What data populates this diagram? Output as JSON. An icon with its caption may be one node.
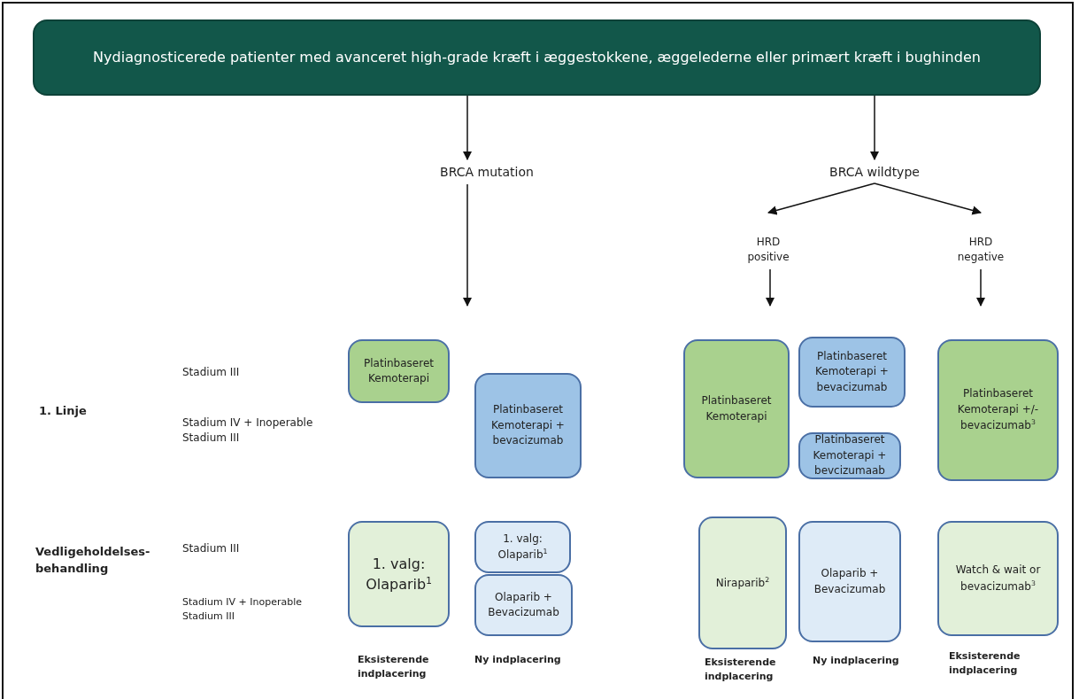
{
  "diagram": {
    "nodes": [
      {
        "text": [
          "Nydiagnosticerede patienter med avanceret high-grade kræft i æggestokkene, æggelederne eller primært kræft i bughinden"
        ]
      },
      {
        "text": [
          "BRCA mutation"
        ]
      },
      {
        "text": [
          "BRCA wildtype"
        ]
      },
      {
        "text": [
          "HRD positive"
        ]
      },
      {
        "text": [
          "HRD negative"
        ]
      },
      {
        "text": [
          "Platinbaseret Kemoterapi"
        ]
      },
      {
        "text": [
          "Platinbaseret Kemoterapi + bevacizumab"
        ]
      },
      {
        "text": [
          "Platinbaseret Kemoterapi"
        ]
      },
      {
        "text": [
          "Platinbaseret Kemoterapi + bevacizumab"
        ]
      },
      {
        "text": [
          "Platinbaseret Kemoterapi + bevcizumaab"
        ]
      },
      {
        "text": [
          "Platinbaseret Kemoterapi +/- bevacizumab$^{3}$"
        ]
      },
      {
        "text": [
          "1. valg: Olaparib$^{1}$"
        ]
      },
      {
        "text": [
          "1. valg: Olaparib$^{1}$"
        ]
      },
      {
        "text": [
          "Olaparib + Bevacizumab"
        ]
      },
      {
        "text": [
          "Niraparib$^{2}$"
        ]
      },
      {
        "text": [
          "Olaparib + Bevacizumab"
        ]
      },
      {
        "text": [
          "Watch & wait or bevacizumab$^{3}$"
        ]
      }
    ],
    "edges": [
      {
        "from": 0,
        "to": 1,
        "arrow": "to"
      },
      {
        "from": 0,
        "to": 2,
        "arrow": "to"
      },
      {
        "from": 2,
        "to": 3,
        "arrow": "to"
      },
      {
        "from": 2,
        "to": 4,
        "arrow": "to"
      },
      {
        "from": 1,
        "to": null,
        "arrow": "to"
      },
      {
        "from": 3,
        "to": null,
        "arrow": "to"
      },
      {
        "from": 4,
        "to": null,
        "arrow": "to"
      }
    ],
    "labels": [
      "Stadium III",
      "1. Linje",
      "Stadium IV + Inoperable Stadium III",
      "Stadium III",
      "Vedligeholdelses-behandling",
      "Stadium IV + Inoperable Stadium III",
      "Eksisterende indplacering",
      "Ny indplacering",
      "Eksisterende indplacering",
      "Ny indplacering",
      "Eksisterende indplacering"
    ]
  }
}
